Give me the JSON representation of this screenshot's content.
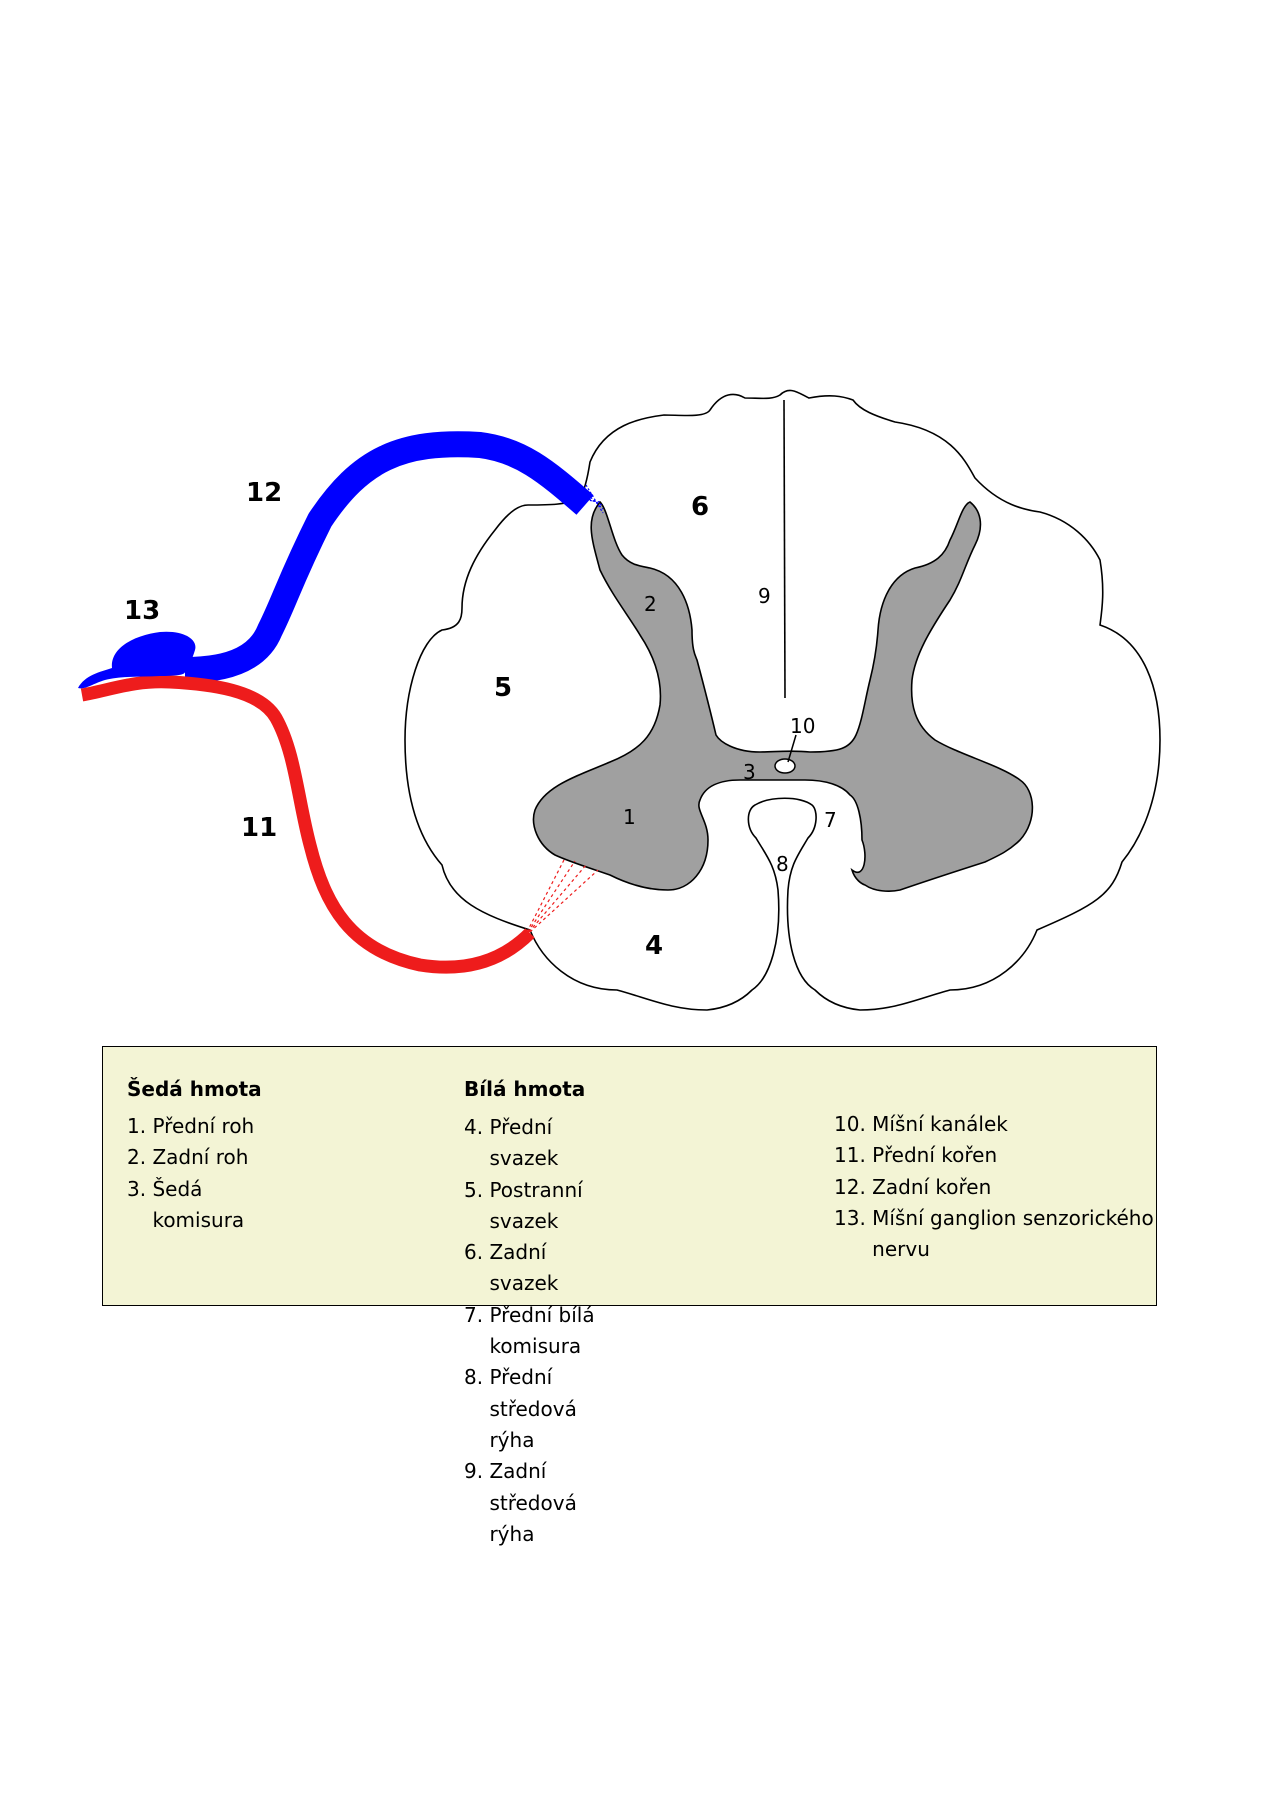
{
  "diagram": {
    "labels": {
      "l1": "1",
      "l2": "2",
      "l3": "3",
      "l4": "4",
      "l5": "5",
      "l6": "6",
      "l7": "7",
      "l8": "8",
      "l9": "9",
      "l10": "10",
      "l11": "11",
      "l12": "12",
      "l13": "13"
    },
    "colors": {
      "grey_matter": "#a0a0a0",
      "white_matter": "#ffffff",
      "posterior_root": "#0000ff",
      "anterior_root": "#ee1c1c",
      "outline": "#000000",
      "legend_bg": "#f3f4d5"
    }
  },
  "legend": {
    "grey": {
      "heading": "Šedá hmota",
      "items": [
        {
          "num": "1.",
          "text": "Přední roh"
        },
        {
          "num": "2.",
          "text": "Zadní roh"
        },
        {
          "num": "3.",
          "text": "Šedá komisura"
        }
      ]
    },
    "white": {
      "heading": "Bílá hmota",
      "items": [
        {
          "num": "4.",
          "text": "Přední svazek"
        },
        {
          "num": "5.",
          "text": "Postranní svazek"
        },
        {
          "num": "6.",
          "text": "Zadní svazek"
        },
        {
          "num": "7.",
          "text": "Přední bílá komisura"
        },
        {
          "num": "8.",
          "text": "Přední středová rýha"
        },
        {
          "num": "9.",
          "text": "Zadní středová rýha"
        }
      ]
    },
    "other": {
      "items": [
        {
          "num": "10.",
          "text": "Míšní kanálek"
        },
        {
          "num": "11.",
          "text": "Přední kořen"
        },
        {
          "num": "12.",
          "text": "Zadní kořen"
        },
        {
          "num": "13.",
          "text": "Míšní ganglion senzorického nervu"
        }
      ]
    }
  }
}
